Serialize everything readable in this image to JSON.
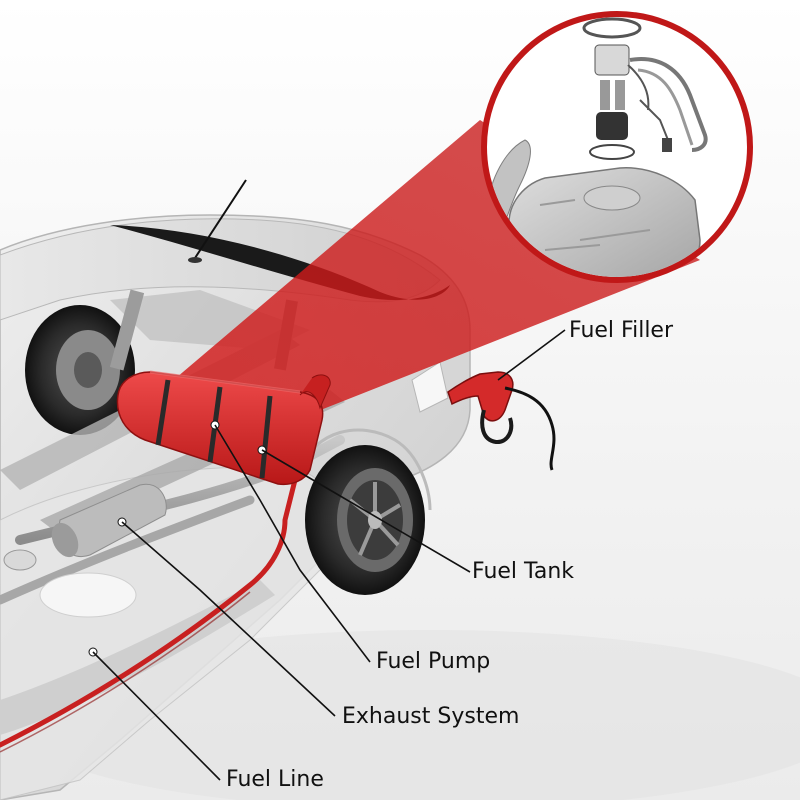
{
  "diagram": {
    "labels": {
      "fuel_filler": "Fuel Filler",
      "fuel_tank": "Fuel Tank",
      "fuel_pump": "Fuel Pump",
      "exhaust_system": "Exhaust System",
      "fuel_line": "Fuel Line"
    },
    "colors": {
      "fuel_red": "#d42a2a",
      "callout_red": "#c01818",
      "body_gray": "#dcdcdc",
      "metal_gray": "#9a9a9a",
      "leader_line": "#111111"
    },
    "icons": [
      "car-cutaway-illustration",
      "fuel-nozzle-icon",
      "fuel-pump-assembly-icon"
    ]
  }
}
